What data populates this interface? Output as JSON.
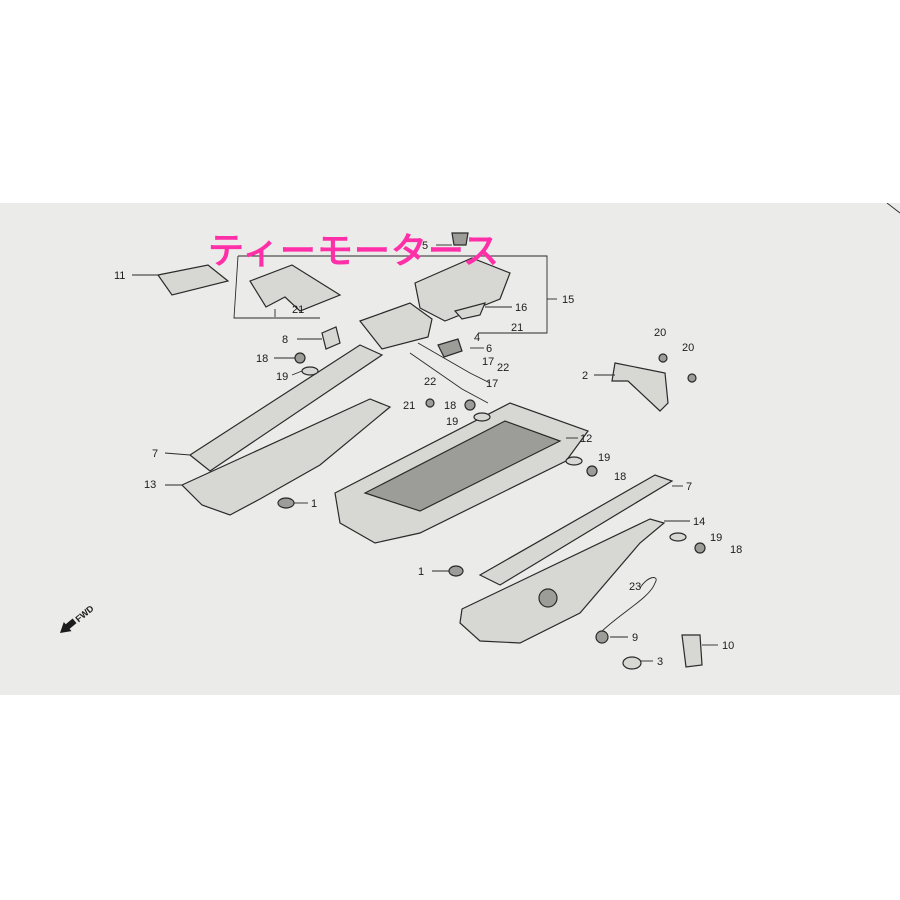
{
  "watermark_text": "ティーモータース",
  "fwd_label": "FWD",
  "callouts": [
    {
      "id": "c5",
      "label": "5"
    },
    {
      "id": "c11",
      "label": "11"
    },
    {
      "id": "c21a",
      "label": "21"
    },
    {
      "id": "c8",
      "label": "8"
    },
    {
      "id": "c16",
      "label": "16"
    },
    {
      "id": "c21b",
      "label": "21"
    },
    {
      "id": "c15",
      "label": "15"
    },
    {
      "id": "c4",
      "label": "4"
    },
    {
      "id": "c6",
      "label": "6"
    },
    {
      "id": "c17a",
      "label": "17"
    },
    {
      "id": "c22a",
      "label": "22"
    },
    {
      "id": "c22b",
      "label": "22"
    },
    {
      "id": "c17b",
      "label": "17"
    },
    {
      "id": "c18a",
      "label": "18"
    },
    {
      "id": "c19a",
      "label": "19"
    },
    {
      "id": "c20a",
      "label": "20"
    },
    {
      "id": "c20b",
      "label": "20"
    },
    {
      "id": "c2",
      "label": "2"
    },
    {
      "id": "c21c",
      "label": "21"
    },
    {
      "id": "c18b",
      "label": "18"
    },
    {
      "id": "c19b",
      "label": "19"
    },
    {
      "id": "c7a",
      "label": "7"
    },
    {
      "id": "c12",
      "label": "12"
    },
    {
      "id": "c19c",
      "label": "19"
    },
    {
      "id": "c18c",
      "label": "18"
    },
    {
      "id": "c13",
      "label": "13"
    },
    {
      "id": "c1a",
      "label": "1"
    },
    {
      "id": "c7b",
      "label": "7"
    },
    {
      "id": "c14",
      "label": "14"
    },
    {
      "id": "c19d",
      "label": "19"
    },
    {
      "id": "c18d",
      "label": "18"
    },
    {
      "id": "c1b",
      "label": "1"
    },
    {
      "id": "c23",
      "label": "23"
    },
    {
      "id": "c9",
      "label": "9"
    },
    {
      "id": "c10",
      "label": "10"
    },
    {
      "id": "c3",
      "label": "3"
    }
  ]
}
